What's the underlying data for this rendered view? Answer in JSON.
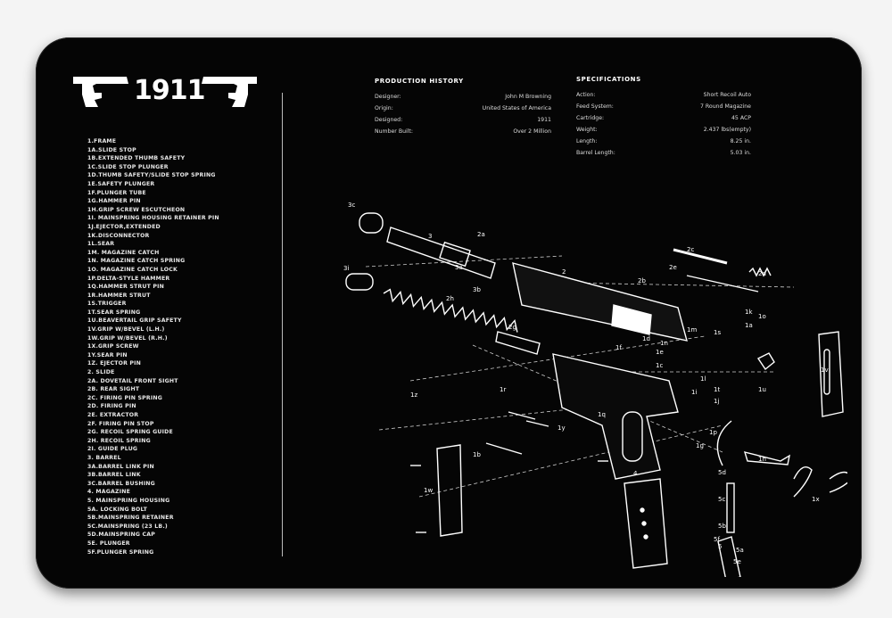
{
  "title": "1911",
  "parts": [
    "1.FRAME",
    "1A.SLIDE STOP",
    "1B.EXTENDED THUMB SAFETY",
    "1C.SLIDE STOP PLUNGER",
    "1D.THUMB SAFETY/SLIDE STOP SPRING",
    "1E.SAFETY PLUNGER",
    "1F.PLUNGER TUBE",
    "1G.HAMMER PIN",
    "1H.GRIP SCREW ESCUTCHEON",
    "1I. MAINSPRING HOUSING RETAINER PIN",
    "1J.EJECTOR,EXTENDED",
    "1K.DISCONNECTOR",
    "1L.SEAR",
    "1M. MAGAZINE CATCH",
    "1N. MAGAZINE CATCH SPRING",
    "1O. MAGAZINE CATCH LOCK",
    "1P.DELTA-STYLE HAMMER",
    "1Q.HAMMER STRUT PIN",
    "1R.HAMMER STRUT",
    "1S.TRIGGER",
    "1T.SEAR SPRING",
    "1U.BEAVERTAIL GRIP SAFETY",
    "1V.GRIP W/BEVEL (L.H.)",
    "1W.GRIP W/BEVEL (R.H.)",
    "1X.GRIP SCREW",
    "1Y.SEAR PIN",
    "1Z. EJECTOR PIN",
    "2. SLIDE",
    "2A. DOVETAIL FRONT SIGHT",
    "2B. REAR SIGHT",
    "2C. FIRING PIN SPRING",
    "2D. FIRING PIN",
    "2E. EXTRACTOR",
    "2F. FIRING PIN STOP",
    "2G. RECOIL SPRING GUIDE",
    "2H. RECOIL SPRING",
    "2I. GUIDE PLUG",
    "3. BARREL",
    "3A.BARREL LINK PIN",
    "3B.BARREL LINK",
    "3C.BARREL BUSHING",
    "4. MAGAZINE",
    "5. MAINSPRING HOUSING",
    "5A. LOCKING BOLT",
    "5B.MAINSPRING RETAINER",
    "5C.MAINSPRING (23 LB.)",
    "5D.MAINSPRING CAP",
    "5E. PLUNGER",
    "5F.PLUNGER SPRING"
  ],
  "production_history": {
    "heading": "PRODUCTION HISTORY",
    "rows": [
      {
        "k": "Designer:",
        "v": "John M Browning"
      },
      {
        "k": "Origin:",
        "v": "United States of America"
      },
      {
        "k": "Designed:",
        "v": "1911"
      },
      {
        "k": "Number Built:",
        "v": "Over 2 Million"
      }
    ]
  },
  "specifications": {
    "heading": "SPECIFICATIONS",
    "rows": [
      {
        "k": "Action:",
        "v": "Short Recoil Auto"
      },
      {
        "k": "Feed System:",
        "v": "7 Round Magazine"
      },
      {
        "k": "Cartridge:",
        "v": "45 ACP"
      },
      {
        "k": "Weight:",
        "v": "2.437 lbs(empty)"
      },
      {
        "k": "Length:",
        "v": "8.25 in."
      },
      {
        "k": "Barrel Length:",
        "v": "5.03 in."
      }
    ]
  },
  "callouts": [
    "3c",
    "3",
    "2a",
    "3i",
    "3a",
    "3b",
    "2",
    "2b",
    "2c",
    "2e",
    "2d",
    "2h",
    "2g",
    "1m",
    "1a",
    "1s",
    "1k",
    "1o",
    "1n",
    "1v",
    "1c",
    "1e",
    "1d",
    "1f",
    "1z",
    "1r",
    "1y",
    "1q",
    "1l",
    "1i",
    "1t",
    "1j",
    "1u",
    "1b",
    "1h",
    "1w",
    "1x",
    "1p",
    "1g",
    "4",
    "5d",
    "5c",
    "5b",
    "5",
    "5a",
    "5f",
    "5e"
  ],
  "colors": {
    "mat": "#050505",
    "ink": "#ffffff",
    "background": "#f4f4f4"
  }
}
